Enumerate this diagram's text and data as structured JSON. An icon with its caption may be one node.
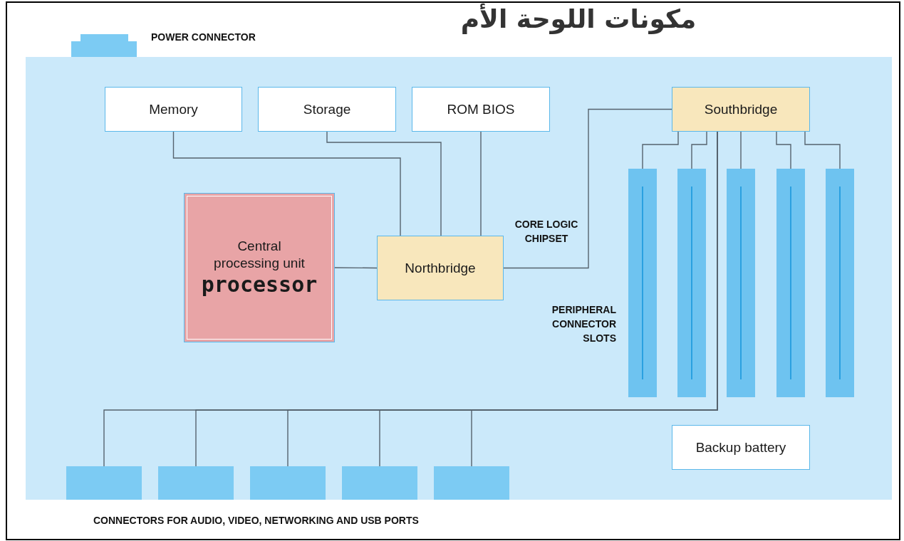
{
  "diagram": {
    "title": "مكونات اللوحة الأم",
    "nodes": [
      {
        "text": [],
        "shape": "box"
      },
      {
        "text": [],
        "shape": "box",
        "beside": [
          "POWER CONNECTOR"
        ]
      },
      {
        "text": [
          "Memory"
        ],
        "in": 0
      },
      {
        "text": [
          "Storage"
        ],
        "in": 0
      },
      {
        "text": [
          "ROM BIOS"
        ],
        "in": 0
      },
      {
        "text": [
          "Southbridge"
        ],
        "in": 0
      },
      {
        "text": [
          "Central processing unit",
          "processor"
        ],
        "in": 0
      },
      {
        "text": [
          "Northbridge"
        ],
        "in": 0
      },
      {
        "text": [],
        "shape": "bar",
        "in": 0
      },
      {
        "text": [],
        "shape": "bar",
        "in": 0
      },
      {
        "text": [],
        "shape": "bar",
        "in": 0
      },
      {
        "text": [],
        "shape": "bar",
        "in": 0
      },
      {
        "text": [],
        "shape": "bar",
        "in": 0
      },
      {
        "text": [
          "Backup battery"
        ],
        "in": 0
      },
      {
        "text": [],
        "shape": "box",
        "in": 0
      },
      {
        "text": [],
        "shape": "box",
        "in": 0
      },
      {
        "text": [],
        "shape": "box",
        "in": 0
      },
      {
        "text": [],
        "shape": "box",
        "in": 0
      },
      {
        "text": [],
        "shape": "box",
        "in": 0
      }
    ],
    "edges": [
      {
        "from": 2,
        "to": 7,
        "arrow": "none"
      },
      {
        "from": 3,
        "to": 7,
        "arrow": "none"
      },
      {
        "from": 4,
        "to": 7,
        "arrow": "none"
      },
      {
        "from": 6,
        "to": 7,
        "arrow": "none"
      },
      {
        "from": 7,
        "to": 5,
        "arrow": "none"
      },
      {
        "from": 5,
        "to": 8,
        "arrow": "none"
      },
      {
        "from": 5,
        "to": 9,
        "arrow": "none"
      },
      {
        "from": 5,
        "to": 10,
        "arrow": "none"
      },
      {
        "from": 5,
        "to": 11,
        "arrow": "none"
      },
      {
        "from": 5,
        "to": 12,
        "arrow": "none"
      },
      {
        "from": 5,
        "to": 14,
        "arrow": "none"
      },
      {
        "from": 5,
        "to": 15,
        "arrow": "none"
      },
      {
        "from": 5,
        "to": 16,
        "arrow": "none"
      },
      {
        "from": 5,
        "to": 17,
        "arrow": "none"
      },
      {
        "from": 5,
        "to": 18,
        "arrow": "none"
      }
    ],
    "labels": [
      "CORE LOGIC CHIPSET",
      "PERIPHERAL CONNECTOR SLOTS",
      "CONNECTORS FOR AUDIO, VIDEO, NETWORKING AND USB PORTS"
    ]
  }
}
